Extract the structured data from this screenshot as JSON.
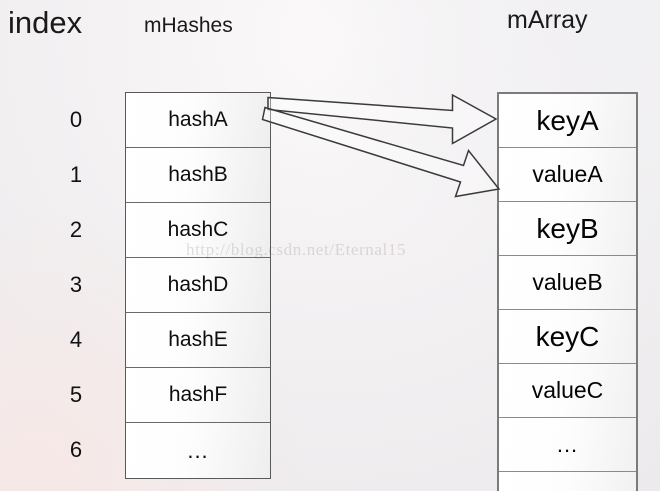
{
  "headings": {
    "index": "index",
    "hashes": "mHashes",
    "array": "mArray"
  },
  "index_column": {
    "labels": [
      "0",
      "1",
      "2",
      "3",
      "4",
      "5",
      "6"
    ]
  },
  "mhashes_table": {
    "rows": [
      {
        "index": "0",
        "value": "hashA"
      },
      {
        "index": "1",
        "value": "hashB"
      },
      {
        "index": "2",
        "value": "hashC"
      },
      {
        "index": "3",
        "value": "hashD"
      },
      {
        "index": "4",
        "value": "hashE"
      },
      {
        "index": "5",
        "value": "hashF"
      },
      {
        "index": "6",
        "value": "..."
      }
    ]
  },
  "marray_table": {
    "rows": [
      {
        "kind": "key",
        "value": "keyA"
      },
      {
        "kind": "value",
        "value": "valueA"
      },
      {
        "kind": "key",
        "value": "keyB"
      },
      {
        "kind": "value",
        "value": "valueB"
      },
      {
        "kind": "key",
        "value": "keyC"
      },
      {
        "kind": "value",
        "value": "valueC"
      },
      {
        "kind": "ellipsis",
        "value": "..."
      },
      {
        "kind": "partial",
        "value": ""
      }
    ]
  },
  "arrows": [
    {
      "name": "hashA-to-keyA",
      "from": "hashA",
      "to": "keyA"
    },
    {
      "name": "hashA-to-valueA",
      "from": "hashA",
      "to": "valueA"
    }
  ],
  "watermark": {
    "text": "http://blog.csdn.net/Eternal15"
  },
  "colors": {
    "background": "#f2efef",
    "box_border": "#59595c",
    "marray_border": "#7b7b7e",
    "text": "#0d0d0d",
    "arrow_stroke": "#3a3a3a",
    "watermark": "rgba(120,96,96,0.20)"
  }
}
